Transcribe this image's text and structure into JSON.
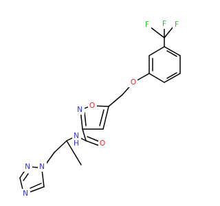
{
  "atom_labels": {
    "fluorine_1": "F",
    "fluorine_2": "F",
    "fluorine_3": "F",
    "ether_oxygen": "O",
    "isoxazole_oxygen": "O",
    "isoxazole_nitrogen": "N",
    "amide_nitrogen": "N",
    "amide_hydrogen": "H",
    "carbonyl_oxygen": "O",
    "triazole_n1": "N",
    "triazole_n2": "N",
    "triazole_n4": "N"
  },
  "colors": {
    "carbon_bond": "#000000",
    "nitrogen": "#2b2bff",
    "oxygen": "#ff1f1f",
    "fluorine": "#24c424",
    "background": "#ffffff"
  }
}
